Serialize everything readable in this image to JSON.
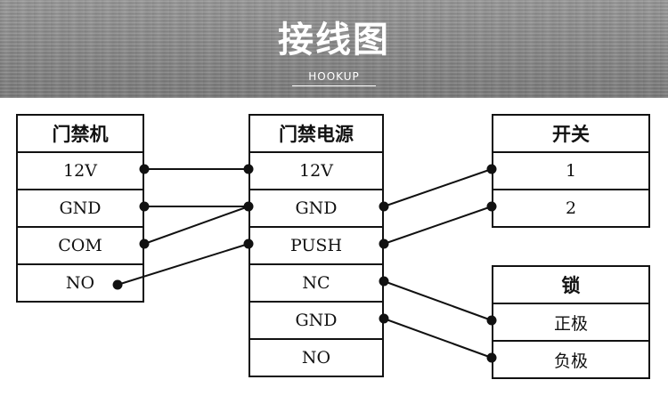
{
  "banner": {
    "title": "接线图",
    "subtitle": "HOOKUP"
  },
  "tables": [
    {
      "id": "access-controller",
      "header": "门禁机",
      "rows": [
        "12V",
        "GND",
        "COM",
        "NO"
      ]
    },
    {
      "id": "power-supply",
      "header": "门禁电源",
      "rows": [
        "12V",
        "GND",
        "PUSH",
        "NC",
        "GND",
        "NO"
      ]
    },
    {
      "id": "switch",
      "header": "开关",
      "rows": [
        "1",
        "2"
      ]
    },
    {
      "id": "lock",
      "header": "锁",
      "rows": [
        "正极",
        "负极"
      ]
    }
  ],
  "wires": [
    {
      "from": "门禁机.12V",
      "to": "门禁电源.12V"
    },
    {
      "from": "门禁机.GND",
      "to": "门禁电源.GND"
    },
    {
      "from": "门禁机.COM",
      "to": "门禁电源.GND"
    },
    {
      "from": "门禁机.NO",
      "to": "门禁电源.PUSH"
    },
    {
      "from": "门禁电源.GND",
      "to": "开关.1"
    },
    {
      "from": "门禁电源.PUSH",
      "to": "开关.2"
    },
    {
      "from": "门禁电源.NC",
      "to": "锁.正极"
    },
    {
      "from": "门禁电源.GND",
      "to": "锁.负极"
    }
  ],
  "colors": {
    "line": "#111111",
    "banner": "#8c8c8c",
    "banner_text": "#ffffff"
  }
}
